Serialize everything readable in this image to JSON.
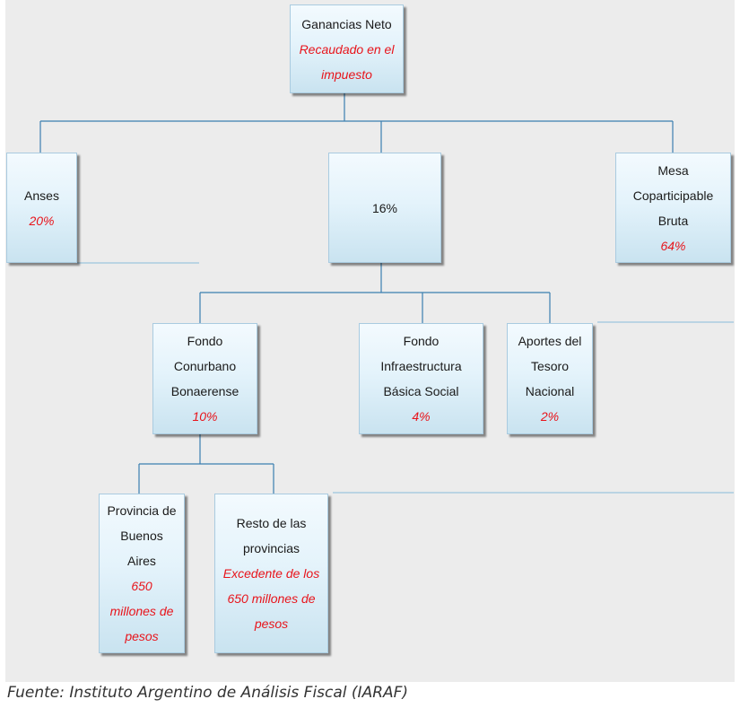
{
  "nodes": {
    "root": {
      "lines": [
        "Ganancias Neto"
      ],
      "emphasis": [
        "Recaudado en el",
        "impuesto"
      ]
    },
    "anses": {
      "lines": [
        "Anses"
      ],
      "emphasis": [
        "20%"
      ]
    },
    "sixteen": {
      "lines": [
        "16%"
      ],
      "emphasis": []
    },
    "mesa": {
      "lines": [
        "Mesa",
        "Coparticipable",
        "Bruta"
      ],
      "emphasis": [
        "64%"
      ]
    },
    "fondo_conurbano": {
      "lines": [
        "Fondo",
        "Conurbano",
        "Bonaerense"
      ],
      "emphasis": [
        "10%"
      ]
    },
    "fondo_infra": {
      "lines": [
        "Fondo",
        "Infraestructura",
        "Básica Social"
      ],
      "emphasis": [
        "4%"
      ]
    },
    "aportes": {
      "lines": [
        "Aportes del",
        "Tesoro",
        "Nacional"
      ],
      "emphasis": [
        "2%"
      ]
    },
    "provincia_ba": {
      "lines": [
        "Provincia de",
        "Buenos",
        "Aires"
      ],
      "emphasis": [
        "650",
        "millones de",
        "pesos"
      ]
    },
    "resto": {
      "lines": [
        "Resto de las",
        "provincias"
      ],
      "emphasis": [
        "Excedente de los",
        "650 millones de",
        "pesos"
      ]
    }
  },
  "caption": "Fuente: Instituto Argentino de Análisis Fiscal (IARAF)",
  "colors": {
    "connector": "#3b7fb0",
    "emphasis": "#e8141b",
    "background": "#ececec"
  }
}
